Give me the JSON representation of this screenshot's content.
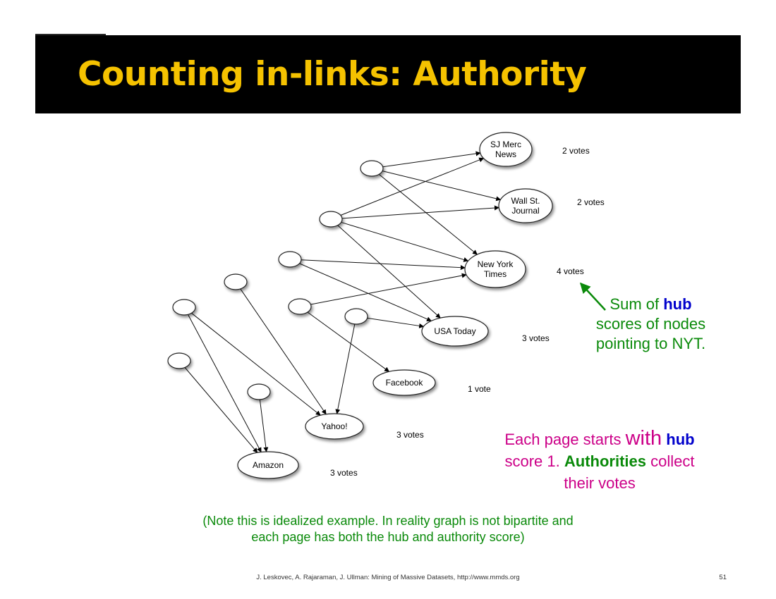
{
  "slide": {
    "title": "Counting in-links: Authority",
    "footer": "J. Leskovec, A. Rajaraman, J. Ullman: Mining of Massive Datasets, http://www.mmds.org",
    "page_number": "51"
  },
  "graph": {
    "authorities": [
      {
        "id": "sjmerc",
        "label_lines": [
          "SJ Merc",
          "News"
        ],
        "votes": "2 votes"
      },
      {
        "id": "wsj",
        "label_lines": [
          "Wall St.",
          "Journal"
        ],
        "votes": "2 votes"
      },
      {
        "id": "nyt",
        "label_lines": [
          "New York",
          "Times"
        ],
        "votes": "4 votes"
      },
      {
        "id": "usatoday",
        "label_lines": [
          "USA Today"
        ],
        "votes": "3 votes"
      },
      {
        "id": "facebook",
        "label_lines": [
          "Facebook"
        ],
        "votes": "1 vote"
      },
      {
        "id": "yahoo",
        "label_lines": [
          "Yahoo!"
        ],
        "votes": "3 votes"
      },
      {
        "id": "amazon",
        "label_lines": [
          "Amazon"
        ],
        "votes": "3 votes"
      }
    ],
    "hubs": [
      "h1",
      "h2",
      "h3",
      "h4",
      "h5",
      "h6",
      "h7",
      "h8",
      "h9"
    ],
    "edges": [
      [
        "h1",
        "sjmerc"
      ],
      [
        "h1",
        "wsj"
      ],
      [
        "h1",
        "nyt"
      ],
      [
        "h2",
        "sjmerc"
      ],
      [
        "h2",
        "wsj"
      ],
      [
        "h2",
        "nyt"
      ],
      [
        "h2",
        "usatoday"
      ],
      [
        "h3",
        "nyt"
      ],
      [
        "h3",
        "usatoday"
      ],
      [
        "h4",
        "yahoo"
      ],
      [
        "h5",
        "nyt"
      ],
      [
        "h5",
        "facebook"
      ],
      [
        "h6",
        "usatoday"
      ],
      [
        "h6",
        "yahoo"
      ],
      [
        "h7",
        "yahoo"
      ],
      [
        "h7",
        "amazon"
      ],
      [
        "h8",
        "amazon"
      ],
      [
        "h9",
        "amazon"
      ]
    ]
  },
  "annotations": {
    "nyt_note": {
      "line1_prefix": "Sum of ",
      "line1_bold": "hub",
      "line2": "scores of nodes",
      "line3": "pointing to NYT."
    },
    "hub_note": {
      "part1": "Each page starts ",
      "part2": "with",
      "part3": " ",
      "part4": "hub",
      "part5": "score 1. ",
      "part6": "Authorities",
      "part7": " collect",
      "part8": "their votes"
    },
    "idealized_note_line1": "(Note this is idealized example. In reality graph is not bipartite and",
    "idealized_note_line2": "each page has both the hub and authority score)"
  }
}
